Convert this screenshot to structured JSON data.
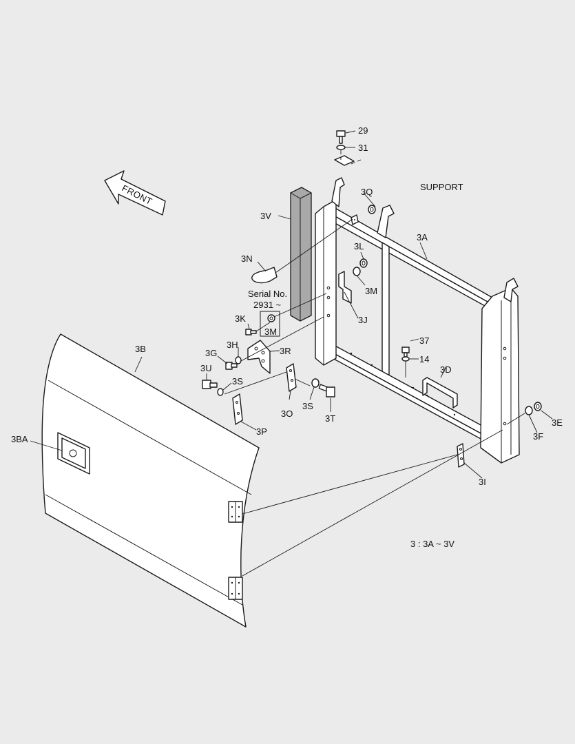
{
  "labels": {
    "front": "FRONT",
    "support": "SUPPORT",
    "summary": "3 : 3A ~ 3V",
    "serial_line1": "Serial No.",
    "serial_line2": "2931 ~",
    "p29": "29",
    "p31": "31",
    "p3Q": "3Q",
    "p3V": "3V",
    "p3A": "3A",
    "p3N": "3N",
    "p3L": "3L",
    "p3M": "3M",
    "p3J": "3J",
    "p3K": "3K",
    "p3M_b": "3M",
    "p3H": "3H",
    "p3R": "3R",
    "p3G": "3G",
    "p3U": "3U",
    "p3S": "3S",
    "p3B": "3B",
    "p37": "37",
    "p14": "14",
    "p3D": "3D",
    "p3O": "3O",
    "p3S_b": "3S",
    "p3T": "3T",
    "p3P": "3P",
    "p3E": "3E",
    "p3F": "3F",
    "p3BA": "3BA",
    "p3I": "3I"
  }
}
